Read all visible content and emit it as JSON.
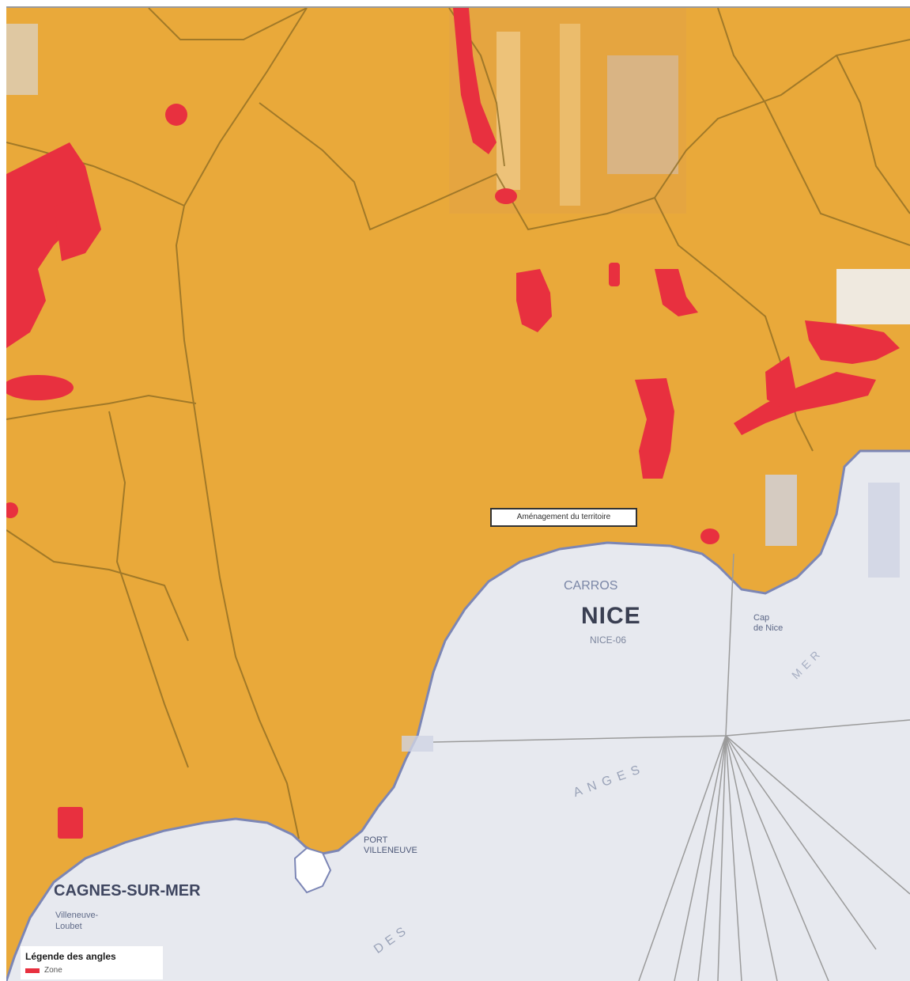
{
  "map": {
    "colors": {
      "land": "#e9a93a",
      "land_dark": "#dba038",
      "hotspot": "#e8303f",
      "sea": "#e7e9ef",
      "coast": "#7c86b5",
      "boundary": "#8a6a22",
      "ray": "#9b9b9b"
    }
  },
  "labels": {
    "nice": "NICE",
    "nice_sub": "CARROS",
    "nice_dept": "NICE-06",
    "cagnes": "CAGNES-SUR-MER",
    "cagnes_sub": [
      "Villeneuve-",
      "Loubet"
    ],
    "baie": "ANGES",
    "baie2": "DES",
    "mer": "MER",
    "port": [
      "PORT",
      "VILLENEUVE"
    ],
    "cap": [
      "Cap",
      "de Nice"
    ]
  },
  "callout": {
    "text": "Aménagement du territoire"
  },
  "legend": {
    "title": "Légende des angles",
    "item_label": "Zone",
    "item_color": "#e8303f"
  }
}
